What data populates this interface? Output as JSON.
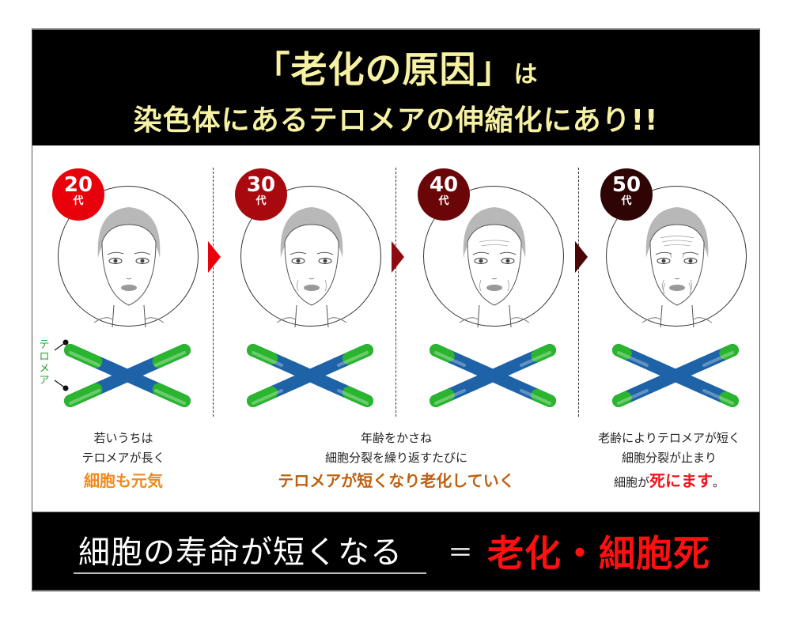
{
  "header": {
    "title_line1_main": "「老化の原因」",
    "title_line1_suffix": "は",
    "title_line2": "染色体にあるテロメアの伸縮化にあり!!",
    "text_color": "#f6f1a3"
  },
  "stages": [
    {
      "age_number": "20",
      "age_unit": "代",
      "badge_color": "#e8000a",
      "wrinkles": 0,
      "telomere_level": 4
    },
    {
      "age_number": "30",
      "age_unit": "代",
      "badge_color": "#a8090f",
      "wrinkles": 1,
      "telomere_level": 3
    },
    {
      "age_number": "40",
      "age_unit": "代",
      "badge_color": "#6b0608",
      "wrinkles": 2,
      "telomere_level": 2
    },
    {
      "age_number": "50",
      "age_unit": "代",
      "badge_color": "#2e0404",
      "wrinkles": 3,
      "telomere_level": 1
    }
  ],
  "arrows": [
    {
      "color": "#e8000a"
    },
    {
      "color": "#8e0a0e"
    },
    {
      "color": "#4a0505"
    }
  ],
  "telomere_label": "テロメア",
  "captions": {
    "young": {
      "line1": "若いうちは",
      "line2": "テロメアが長く",
      "emphasis": "細胞も元気",
      "emphasis_color": "#f08a1c"
    },
    "middle": {
      "line1": "年齢をかさね",
      "line2": "細胞分裂を繰り返すたびに",
      "emphasis": "テロメアが短くなり老化していく",
      "emphasis_color": "#c0600f"
    },
    "old": {
      "line1": "老齢によりテロメアが短く",
      "line2": "細胞分裂が止まり",
      "line3_prefix": "細胞が",
      "line3_emphasis": "死にます",
      "line3_suffix": "。",
      "emphasis_color": "#ee1419"
    }
  },
  "footer": {
    "left_text": "細胞の寿命が短くなる",
    "equals": "＝",
    "right_text": "老化・細胞死",
    "right_color": "#ff1010"
  },
  "colors": {
    "telomere_green": "#2bb52f",
    "chromosome_blue": "#1e63a8"
  }
}
